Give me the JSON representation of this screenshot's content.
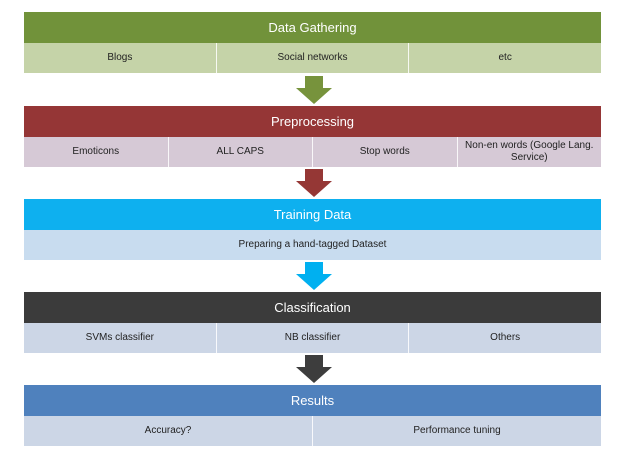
{
  "stages": [
    {
      "title": "Data Gathering",
      "header_color": "#71923a",
      "row_color": "#c5d3a8",
      "items": [
        "Blogs",
        "Social networks",
        "etc"
      ]
    },
    {
      "title": "Preprocessing",
      "header_color": "#953636",
      "row_color": "#d6c9d6",
      "items": [
        "Emoticons",
        "ALL CAPS",
        "Stop words",
        "Non-en words (Google Lang. Service)"
      ]
    },
    {
      "title": "Training Data",
      "header_color": "#0eb0ef",
      "row_color": "#c8dcef",
      "items": [
        "Preparing a hand-tagged Dataset"
      ]
    },
    {
      "title": "Classification",
      "header_color": "#3b3b3b",
      "row_color": "#ccd6e6",
      "items": [
        "SVMs classifier",
        "NB classifier",
        "Others"
      ]
    },
    {
      "title": "Results",
      "header_color": "#4f81bd",
      "row_color": "#ccd6e6",
      "items": [
        "Accuracy?",
        "Performance tuning"
      ]
    }
  ],
  "arrow_colors": [
    "#77933c",
    "#953735",
    "#00b0f0",
    "#3d3d3d"
  ]
}
